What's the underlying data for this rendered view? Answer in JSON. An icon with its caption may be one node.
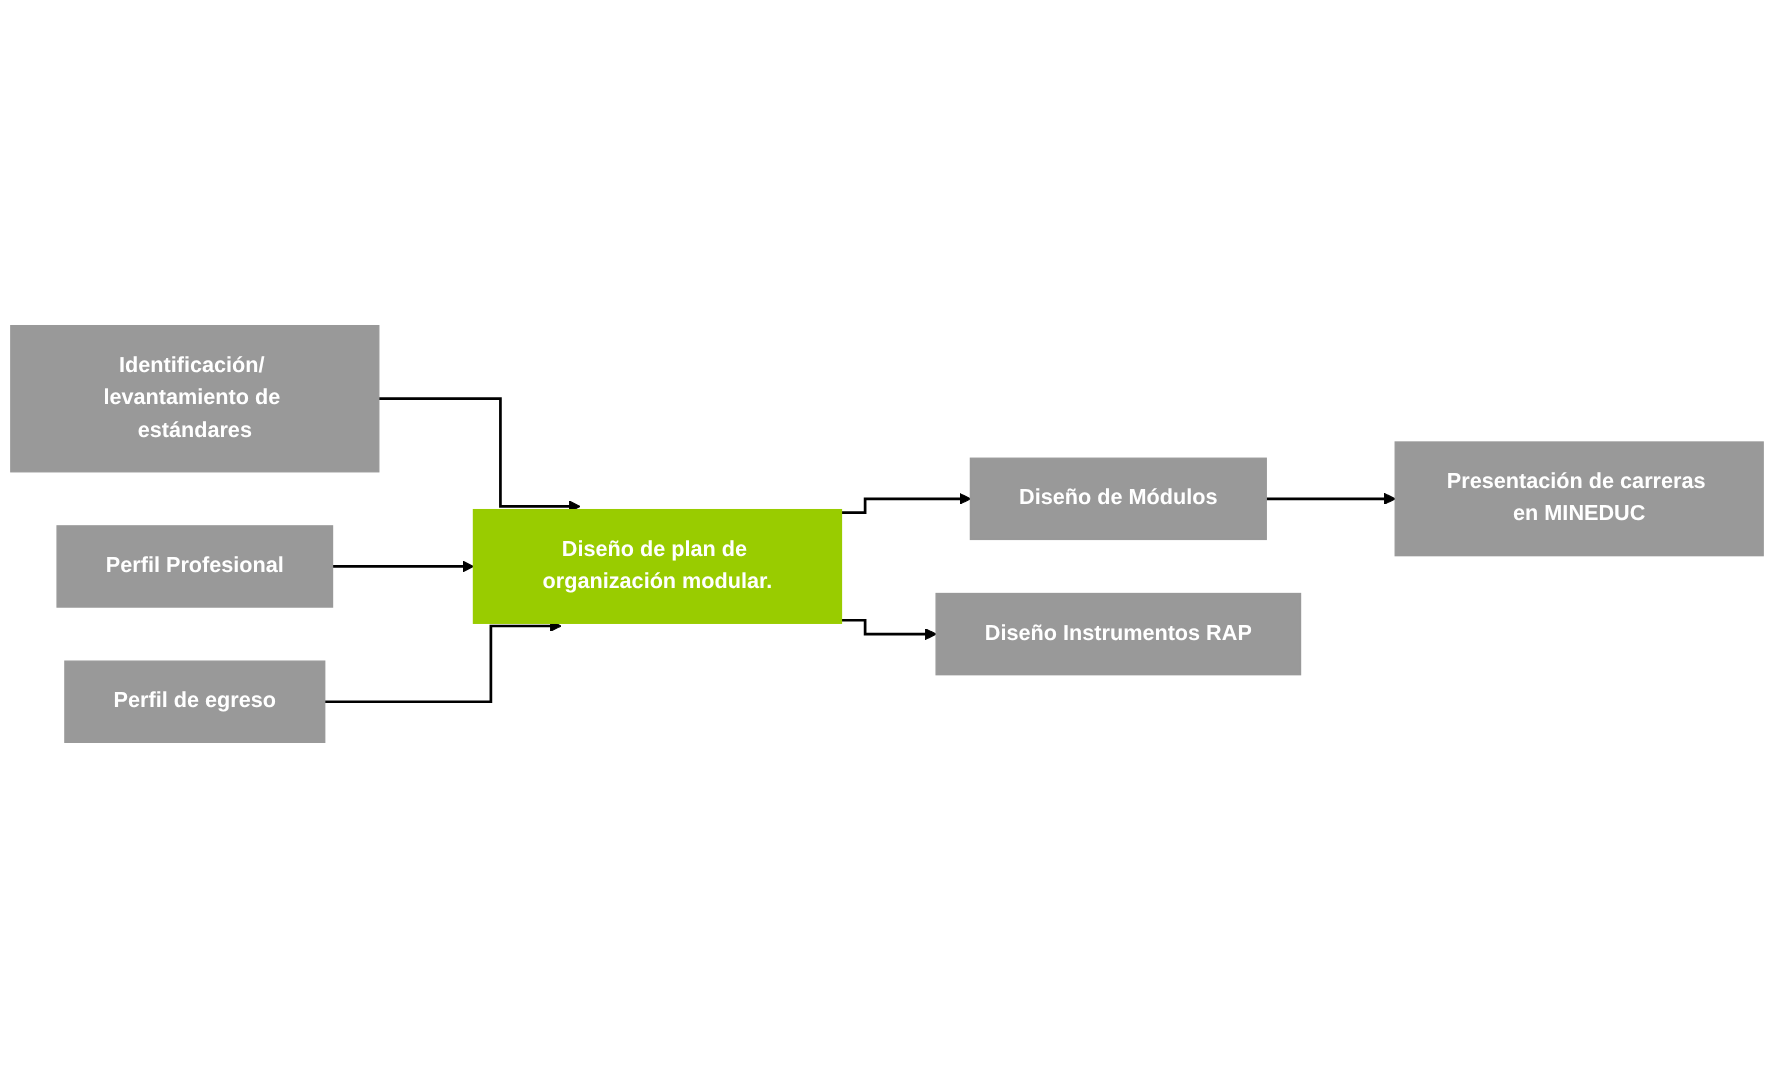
{
  "diagram": {
    "nodes": [
      {
        "text": [
          "Identificación/ levantamiento de estándares"
        ]
      },
      {
        "text": [
          "Perfil Profesional"
        ]
      },
      {
        "text": [
          "Perfil de egreso"
        ]
      },
      {
        "text": [
          "Diseño de plan de organización modular."
        ]
      },
      {
        "text": [
          "Diseño de Módulos"
        ]
      },
      {
        "text": [
          "Presentación de carreras en MINEDUC"
        ]
      },
      {
        "text": [
          "Diseño Instrumentos RAP"
        ]
      }
    ],
    "edges": [
      {
        "from": 0,
        "to": 3,
        "arrow": "to"
      },
      {
        "from": 1,
        "to": 3,
        "arrow": "to"
      },
      {
        "from": 2,
        "to": 3,
        "arrow": "to"
      },
      {
        "from": 3,
        "to": 4,
        "arrow": "to"
      },
      {
        "from": 3,
        "to": 6,
        "arrow": "to"
      },
      {
        "from": 4,
        "to": 5,
        "arrow": "to"
      }
    ]
  }
}
